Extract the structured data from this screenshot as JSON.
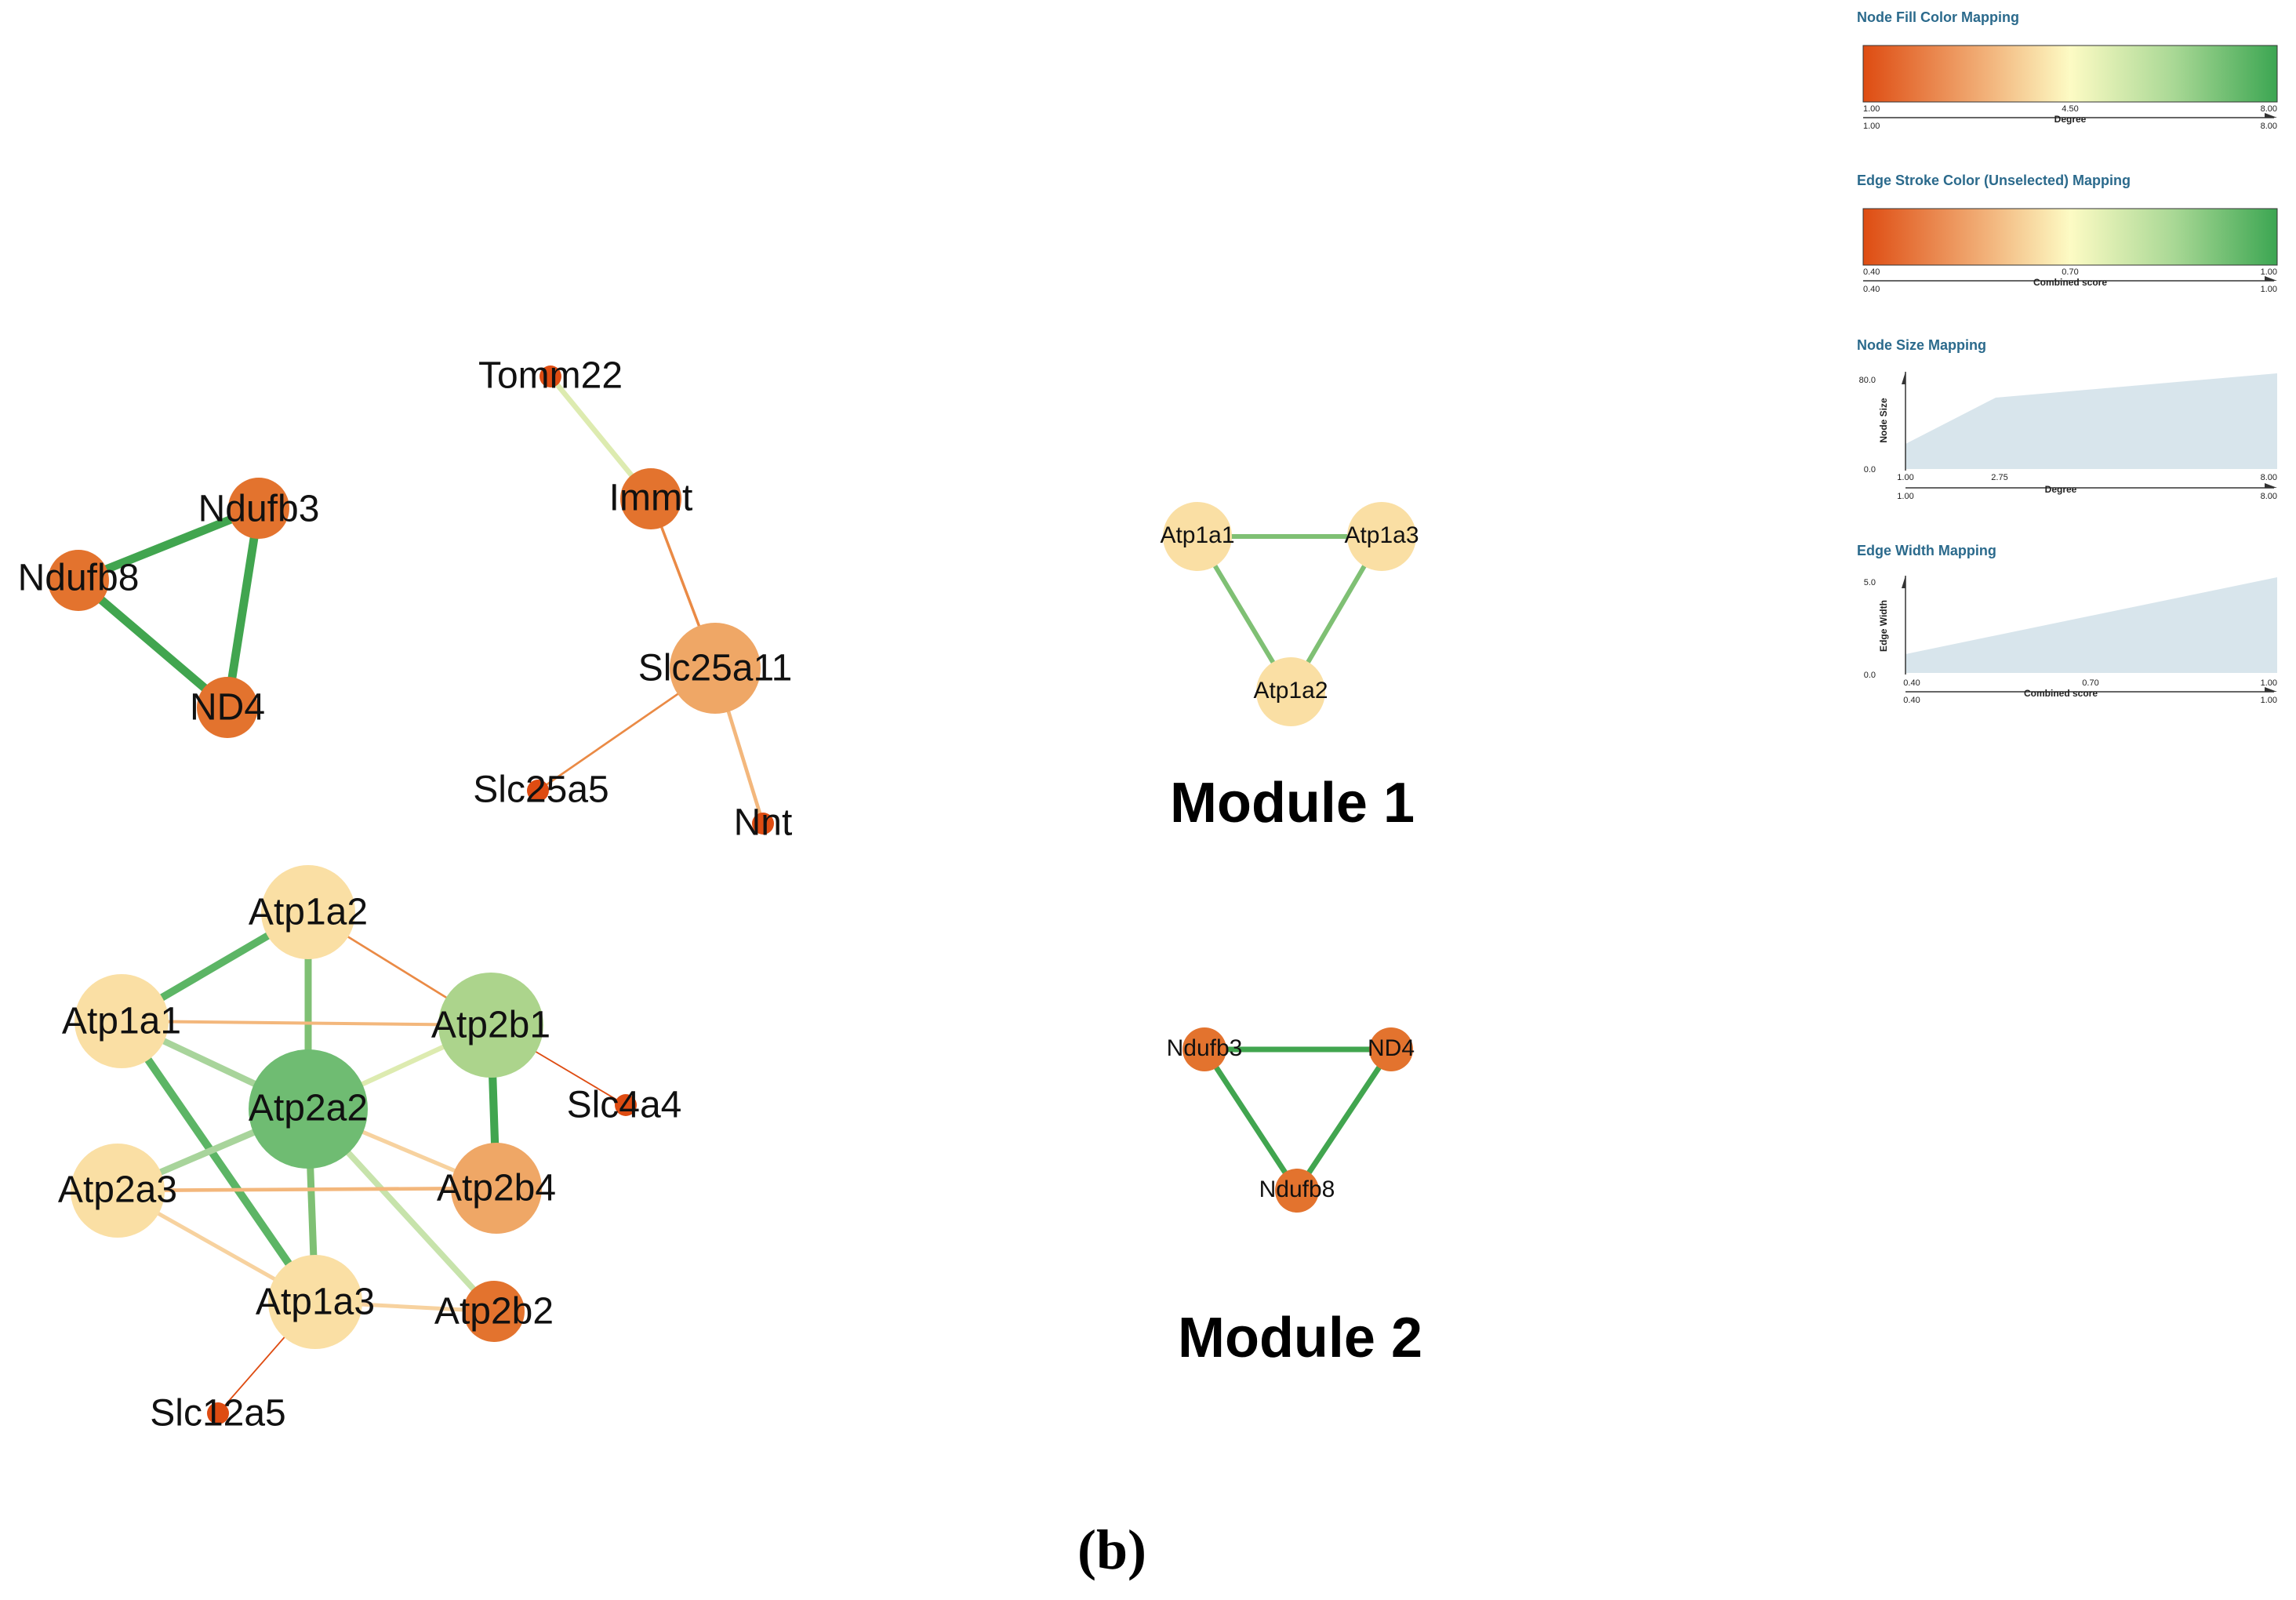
{
  "colors": {
    "red": "#de4c12",
    "orange": "#e3732e",
    "light_orange": "#efa766",
    "pale": "#fadfa4",
    "light_green": "#acd48c",
    "green": "#6fbc72",
    "edge_green": "#41a54f",
    "edge_mid": "#7fc074",
    "area": "#d8e5ec"
  },
  "network": {
    "nodes": [
      {
        "id": "Ndufb3",
        "label": "Ndufb3",
        "degree": 2
      },
      {
        "id": "Ndufb8",
        "label": "Ndufb8",
        "degree": 2
      },
      {
        "id": "ND4",
        "label": "ND4",
        "degree": 2
      },
      {
        "id": "Tomm22",
        "label": "Tomm22",
        "degree": 1
      },
      {
        "id": "Immt",
        "label": "Immt",
        "degree": 2
      },
      {
        "id": "Slc25a11",
        "label": "Slc25a11",
        "degree": 4
      },
      {
        "id": "Slc25a5",
        "label": "Slc25a5",
        "degree": 1
      },
      {
        "id": "Nnt",
        "label": "Nnt",
        "degree": 1
      },
      {
        "id": "Atp1a2",
        "label": "Atp1a2",
        "degree": 5
      },
      {
        "id": "Atp1a1",
        "label": "Atp1a1",
        "degree": 5
      },
      {
        "id": "Atp2b1",
        "label": "Atp2b1",
        "degree": 6
      },
      {
        "id": "Atp2a2",
        "label": "Atp2a2",
        "degree": 8
      },
      {
        "id": "Slc4a4",
        "label": "Slc4a4",
        "degree": 1
      },
      {
        "id": "Atp2a3",
        "label": "Atp2a3",
        "degree": 5
      },
      {
        "id": "Atp2b4",
        "label": "Atp2b4",
        "degree": 4
      },
      {
        "id": "Atp1a3",
        "label": "Atp1a3",
        "degree": 5
      },
      {
        "id": "Atp2b2",
        "label": "Atp2b2",
        "degree": 2
      },
      {
        "id": "Slc12a5",
        "label": "Slc12a5",
        "degree": 1
      }
    ],
    "edges": [
      {
        "source": "Ndufb3",
        "target": "Ndufb8",
        "score": 0.99
      },
      {
        "source": "Ndufb3",
        "target": "ND4",
        "score": 0.99
      },
      {
        "source": "Ndufb8",
        "target": "ND4",
        "score": 0.99
      },
      {
        "source": "Tomm22",
        "target": "Immt",
        "score": 0.74
      },
      {
        "source": "Immt",
        "target": "Slc25a11",
        "score": 0.55
      },
      {
        "source": "Slc25a11",
        "target": "Slc25a5",
        "score": 0.5
      },
      {
        "source": "Slc25a11",
        "target": "Nnt",
        "score": 0.62
      },
      {
        "source": "Atp1a2",
        "target": "Atp1a1",
        "score": 0.92
      },
      {
        "source": "Atp1a2",
        "target": "Atp2b1",
        "score": 0.5
      },
      {
        "source": "Atp1a2",
        "target": "Atp2a2",
        "score": 0.88
      },
      {
        "source": "Atp1a1",
        "target": "Atp2b1",
        "score": 0.58
      },
      {
        "source": "Atp1a1",
        "target": "Atp2a2",
        "score": 0.84
      },
      {
        "source": "Atp1a1",
        "target": "Atp1a3",
        "score": 0.94
      },
      {
        "source": "Atp2b1",
        "target": "Atp2a2",
        "score": 0.72
      },
      {
        "source": "Atp2b1",
        "target": "Atp2b4",
        "score": 0.95
      },
      {
        "source": "Atp2b1",
        "target": "Slc4a4",
        "score": 0.45
      },
      {
        "source": "Atp2a2",
        "target": "Atp2a3",
        "score": 0.85
      },
      {
        "source": "Atp2a2",
        "target": "Atp2b4",
        "score": 0.65
      },
      {
        "source": "Atp2a2",
        "target": "Atp1a3",
        "score": 0.88
      },
      {
        "source": "Atp2a2",
        "target": "Atp2b2",
        "score": 0.8
      },
      {
        "source": "Atp2a3",
        "target": "Atp2b4",
        "score": 0.62
      },
      {
        "source": "Atp2a3",
        "target": "Atp1a3",
        "score": 0.64
      },
      {
        "source": "Atp1a3",
        "target": "Atp2b2",
        "score": 0.64
      },
      {
        "source": "Atp1a3",
        "target": "Slc12a5",
        "score": 0.45
      }
    ]
  },
  "modules": [
    {
      "title": "Module 1",
      "nodes": [
        {
          "id": "Atp1a1",
          "label": "Atp1a1"
        },
        {
          "id": "Atp1a3",
          "label": "Atp1a3"
        },
        {
          "id": "Atp1a2",
          "label": "Atp1a2"
        }
      ],
      "edges": [
        {
          "source": "Atp1a1",
          "target": "Atp1a3",
          "score": 0.92
        },
        {
          "source": "Atp1a1",
          "target": "Atp1a2",
          "score": 0.88
        },
        {
          "source": "Atp1a3",
          "target": "Atp1a2",
          "score": 0.88
        }
      ]
    },
    {
      "title": "Module 2",
      "nodes": [
        {
          "id": "Ndufb3",
          "label": "Ndufb3"
        },
        {
          "id": "ND4",
          "label": "ND4"
        },
        {
          "id": "Ndufb8",
          "label": "Ndufb8"
        }
      ],
      "edges": [
        {
          "source": "Ndufb3",
          "target": "ND4",
          "score": 0.99
        },
        {
          "source": "Ndufb3",
          "target": "Ndufb8",
          "score": 0.99
        },
        {
          "source": "ND4",
          "target": "Ndufb8",
          "score": 0.99
        }
      ]
    }
  ],
  "legends": {
    "fill": {
      "title": "Node Fill Color Mapping",
      "min": "1.00",
      "mid": "4.50",
      "max": "8.00",
      "axis_min": "1.00",
      "axis_max": "8.00",
      "axis_label": "Degree"
    },
    "edge_color": {
      "title": "Edge Stroke Color (Unselected) Mapping",
      "min": "0.40",
      "mid": "0.70",
      "max": "1.00",
      "axis_min": "0.40",
      "axis_max": "1.00",
      "axis_label": "Combined score"
    },
    "node_size": {
      "title": "Node Size Mapping",
      "y_max": "80.0",
      "y_min": "0.0",
      "y_label": "Node Size",
      "x_min": "1.00",
      "x_mid": "2.75",
      "x_max": "8.00",
      "axis_min": "1.00",
      "axis_max": "8.00",
      "x_label": "Degree"
    },
    "edge_width": {
      "title": "Edge Width Mapping",
      "y_max": "5.0",
      "y_min": "0.0",
      "y_label": "Edge Width",
      "x_min": "0.40",
      "x_mid": "0.70",
      "x_max": "1.00",
      "axis_min": "0.40",
      "axis_max": "1.00",
      "x_label": "Combined score"
    }
  },
  "panel_label": "(b)"
}
